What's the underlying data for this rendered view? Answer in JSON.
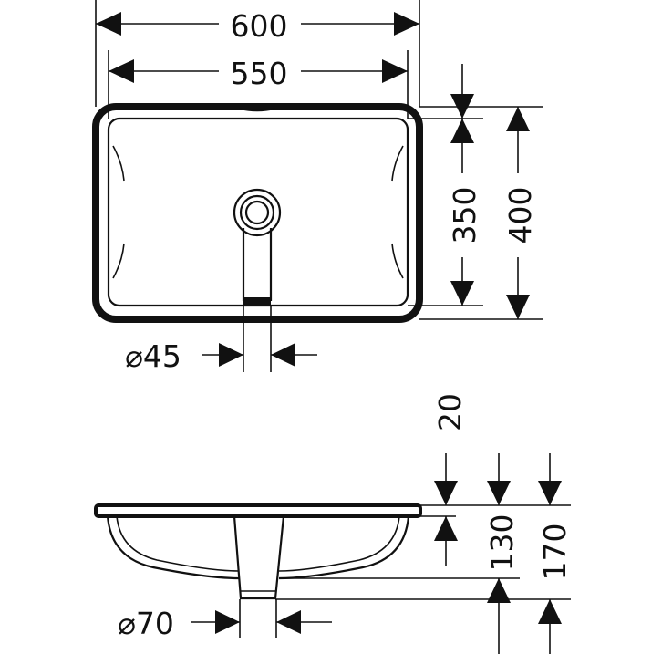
{
  "top_view": {
    "width_outer": "600",
    "width_inner": "550",
    "depth_inner": "350",
    "depth_outer": "400",
    "drain_diameter": "⌀45"
  },
  "side_view": {
    "rim_thickness": "20",
    "bowl_depth": "130",
    "total_depth": "170",
    "outlet_diameter": "⌀70"
  },
  "colors": {
    "line": "#111111",
    "background": "#ffffff"
  }
}
